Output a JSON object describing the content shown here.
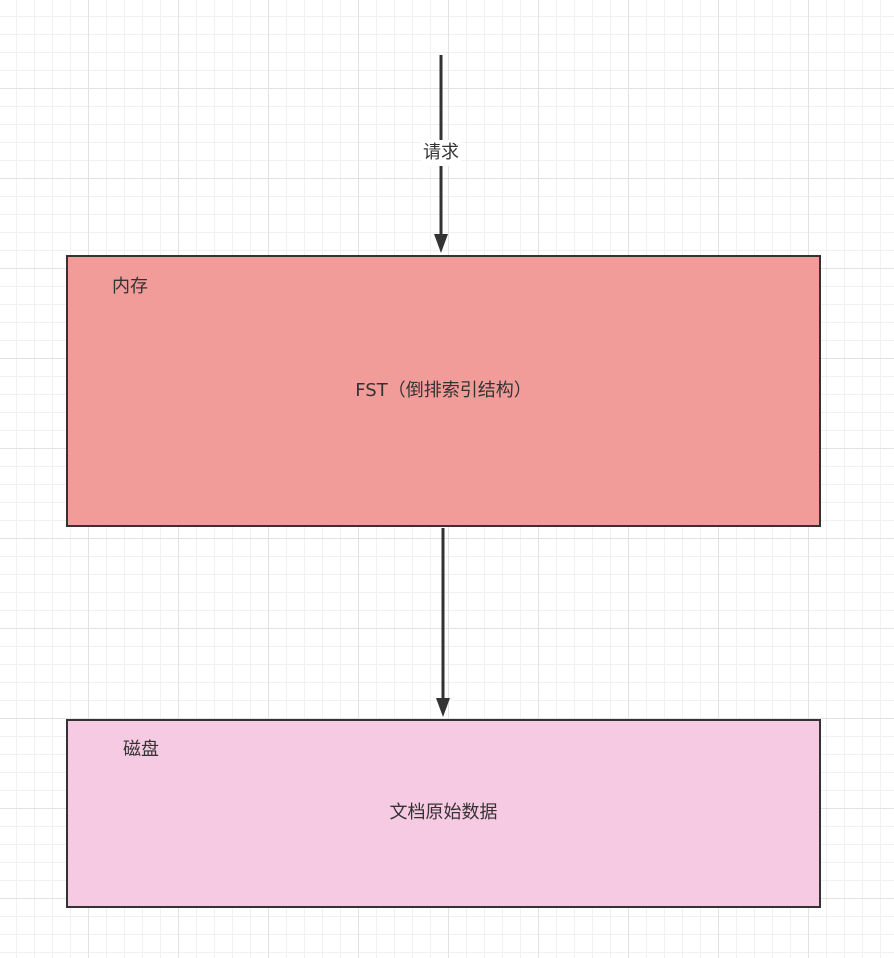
{
  "edges": {
    "request_label": "请求"
  },
  "memory": {
    "label": "内存",
    "content": "FST（倒排索引结构）"
  },
  "disk": {
    "label": "磁盘",
    "content": "文档原始数据"
  },
  "colors": {
    "memory_fill": "#f19c99",
    "disk_fill": "#f7cae3",
    "stroke": "#333333"
  }
}
